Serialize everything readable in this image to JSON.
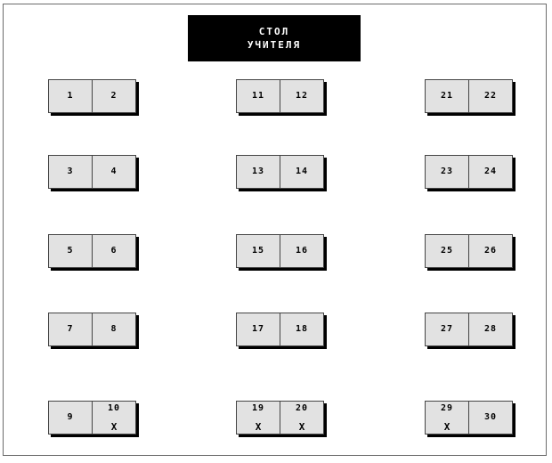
{
  "teacher_desk": {
    "line1": "СТОЛ",
    "line2": "УЧИТЕЛЯ"
  },
  "desks": [
    {
      "seats": [
        {
          "number": "1",
          "mark": ""
        },
        {
          "number": "2",
          "mark": ""
        }
      ]
    },
    {
      "seats": [
        {
          "number": "3",
          "mark": ""
        },
        {
          "number": "4",
          "mark": ""
        }
      ]
    },
    {
      "seats": [
        {
          "number": "5",
          "mark": ""
        },
        {
          "number": "6",
          "mark": ""
        }
      ]
    },
    {
      "seats": [
        {
          "number": "7",
          "mark": ""
        },
        {
          "number": "8",
          "mark": ""
        }
      ]
    },
    {
      "seats": [
        {
          "number": "9",
          "mark": ""
        },
        {
          "number": "10",
          "mark": "X"
        }
      ]
    },
    {
      "seats": [
        {
          "number": "11",
          "mark": ""
        },
        {
          "number": "12",
          "mark": ""
        }
      ]
    },
    {
      "seats": [
        {
          "number": "13",
          "mark": ""
        },
        {
          "number": "14",
          "mark": ""
        }
      ]
    },
    {
      "seats": [
        {
          "number": "15",
          "mark": ""
        },
        {
          "number": "16",
          "mark": ""
        }
      ]
    },
    {
      "seats": [
        {
          "number": "17",
          "mark": ""
        },
        {
          "number": "18",
          "mark": ""
        }
      ]
    },
    {
      "seats": [
        {
          "number": "19",
          "mark": "X"
        },
        {
          "number": "20",
          "mark": "X"
        }
      ]
    },
    {
      "seats": [
        {
          "number": "21",
          "mark": ""
        },
        {
          "number": "22",
          "mark": ""
        }
      ]
    },
    {
      "seats": [
        {
          "number": "23",
          "mark": ""
        },
        {
          "number": "24",
          "mark": ""
        }
      ]
    },
    {
      "seats": [
        {
          "number": "25",
          "mark": ""
        },
        {
          "number": "26",
          "mark": ""
        }
      ]
    },
    {
      "seats": [
        {
          "number": "27",
          "mark": ""
        },
        {
          "number": "28",
          "mark": ""
        }
      ]
    },
    {
      "seats": [
        {
          "number": "29",
          "mark": "X"
        },
        {
          "number": "30",
          "mark": ""
        }
      ]
    }
  ]
}
